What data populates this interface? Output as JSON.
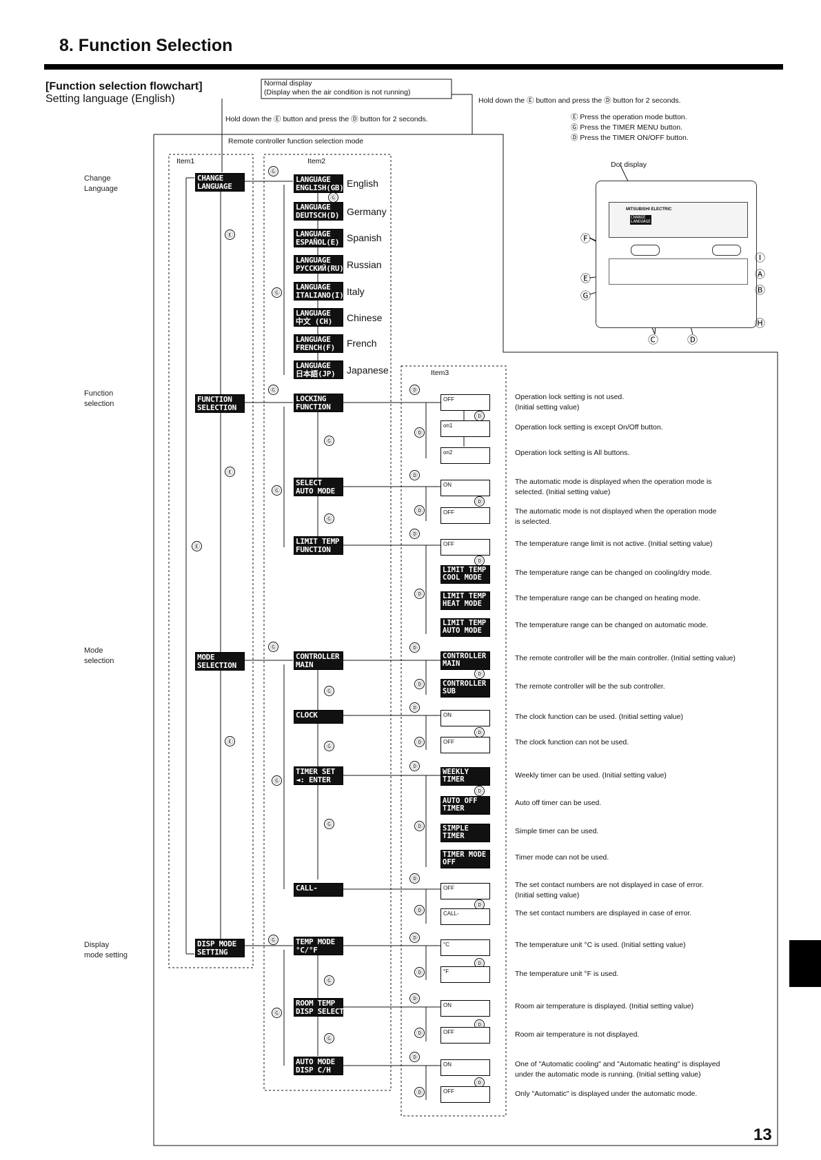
{
  "header": {
    "title": "8. Function Selection"
  },
  "flowchart": {
    "title": "[Function selection flowchart]",
    "subtitle": "Setting language (English)",
    "normal_display_1": "Normal display",
    "normal_display_2": "(Display when the air condition is not running)",
    "hold_down_left": "Hold down the Ⓔ button and press the Ⓓ button for 2 seconds.",
    "hold_down_right": "Hold down the Ⓔ button and press the Ⓓ button for 2 seconds.",
    "mode_label": "Remote controller function selection mode",
    "item1": "Item1",
    "item2": "Item2",
    "item3": "Item3"
  },
  "legend": {
    "e": "Ⓔ Press the operation mode button.",
    "g": "Ⓖ Press the TIMER MENU button.",
    "d": "Ⓓ Press the TIMER ON/OFF button."
  },
  "remote": {
    "dot_display": "Dot display",
    "brand": "MITSUBISHI ELECTRIC",
    "screen_1": "CHANGE",
    "screen_2": "LANGUAGE",
    "letters": [
      "Ⓕ",
      "Ⓔ",
      "Ⓖ",
      "Ⓘ",
      "Ⓐ",
      "Ⓑ",
      "Ⓗ",
      "Ⓒ",
      "Ⓓ"
    ]
  },
  "side_labels": {
    "change_language": [
      "Change",
      "Language"
    ],
    "function_selection": [
      "Function",
      "selection"
    ],
    "mode_selection": [
      "Mode",
      "selection"
    ],
    "display_mode": [
      "Display",
      "mode setting"
    ]
  },
  "item1_displays": {
    "change_language": "CHANGE\nLANGUAGE",
    "function_selection": "FUNCTION\nSELECTION",
    "mode_selection": "MODE\nSELECTION",
    "disp_mode": "DISP MODE\nSETTING"
  },
  "languages": [
    {
      "display": "LANGUAGE\nENGLISH(GB)",
      "name": "English"
    },
    {
      "display": "LANGUAGE\nDEUTSCH(D)",
      "name": "Germany"
    },
    {
      "display": "LANGUAGE\nESPAÑOL(E)",
      "name": "Spanish"
    },
    {
      "display": "LANGUAGE\nРУССКИЙ(RU)",
      "name": "Russian"
    },
    {
      "display": "LANGUAGE\nITALIANO(I)",
      "name": "Italy"
    },
    {
      "display": "LANGUAGE\n中文 (CH)",
      "name": "Chinese"
    },
    {
      "display": "LANGUAGE\nFRENCH(F)",
      "name": "French"
    },
    {
      "display": "LANGUAGE\n日本語(JP)",
      "name": "Japanese"
    }
  ],
  "item2_displays": {
    "locking": "LOCKING\nFUNCTION",
    "select_auto": "SELECT\nAUTO MODE",
    "limit_temp": "LIMIT TEMP\nFUNCTION",
    "controller": "CONTROLLER\nMAIN",
    "clock": "CLOCK",
    "timer_set": "TIMER SET\n◄: ENTER",
    "call": "CALL-",
    "temp_mode": "TEMP MODE\n°C/°F",
    "room_temp": "ROOM TEMP\nDISP SELECT",
    "auto_mode": "AUTO MODE\nDISP C/H"
  },
  "item3": {
    "lock_off": "OFF",
    "lock_on1": "on1",
    "lock_on2": "on2",
    "auto_on": "ON",
    "auto_off": "OFF",
    "limit_off": "OFF",
    "limit_cool": "LIMIT TEMP\nCOOL MODE",
    "limit_heat": "LIMIT TEMP\nHEAT MODE",
    "limit_auto": "LIMIT TEMP\nAUTO MODE",
    "ctrl_main": "CONTROLLER\nMAIN",
    "ctrl_sub": "CONTROLLER\nSUB",
    "clock_on": "ON",
    "clock_off": "OFF",
    "timer_weekly": "WEEKLY\nTIMER",
    "timer_autooff": "AUTO OFF\nTIMER",
    "timer_simple": "SIMPLE\nTIMER",
    "timer_off": "TIMER MODE\nOFF",
    "call_off": "OFF",
    "call_on": "CALL-",
    "temp_c": "°C",
    "temp_f": "°F",
    "room_on": "ON",
    "room_off": "OFF",
    "automode_on": "ON",
    "automode_off": "OFF"
  },
  "descriptions": {
    "lock_off_1": "Operation lock setting is not used.",
    "lock_off_2": "(Initial setting value)",
    "lock_on1": "Operation lock setting is except On/Off button.",
    "lock_on2": "Operation lock setting is All buttons.",
    "auto_on_1": "The automatic mode is displayed when the operation mode is",
    "auto_on_2": "selected. (Initial setting value)",
    "auto_off_1": "The automatic mode is not displayed when the operation mode",
    "auto_off_2": "is selected.",
    "limit_off": "The temperature range limit is not active. (Initial setting value)",
    "limit_cool": "The temperature range can be changed on cooling/dry mode.",
    "limit_heat": "The temperature range can be changed on heating mode.",
    "limit_auto": "The temperature range can be changed on automatic mode.",
    "ctrl_main": "The remote controller will be the main controller. (Initial setting value)",
    "ctrl_sub": "The remote controller will be the sub controller.",
    "clock_on": "The clock function can be used. (Initial setting value)",
    "clock_off": "The clock function can not be used.",
    "timer_weekly": "Weekly timer can be used. (Initial setting value)",
    "timer_autooff": "Auto off timer can be used.",
    "timer_simple": "Simple timer can be used.",
    "timer_off": "Timer mode can not be used.",
    "call_off_1": "The set contact numbers are not displayed in case of error.",
    "call_off_2": "(Initial setting value)",
    "call_on": "The set contact numbers are displayed in case of error.",
    "temp_c": "The temperature unit °C is used. (Initial setting value)",
    "temp_f": "The temperature unit °F is used.",
    "room_on": "Room air temperature is displayed. (Initial setting value)",
    "room_off": "Room air temperature is not displayed.",
    "automode_on_1": "One of \"Automatic cooling\" and \"Automatic heating\" is displayed",
    "automode_on_2": "under the automatic mode is running. (Initial setting value)",
    "automode_off": "Only \"Automatic\" is displayed under the automatic mode."
  },
  "button_letters": {
    "e": "Ⓔ",
    "g": "Ⓖ",
    "d": "Ⓓ"
  },
  "page_number": "13"
}
